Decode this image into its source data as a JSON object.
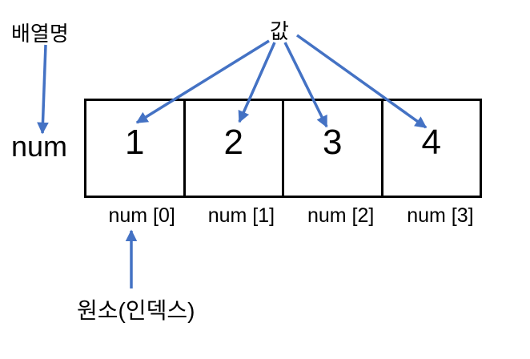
{
  "diagram": {
    "array_name_label": "배열명",
    "value_label": "값",
    "element_label": "원소(인덱스)",
    "variable_name": "num",
    "cells": [
      "1",
      "2",
      "3",
      "4"
    ],
    "index_labels": [
      "num [0]",
      "num [1]",
      "num [2]",
      "num [3]"
    ],
    "colors": {
      "arrow": "#4472C4",
      "border": "#000000",
      "text": "#000000",
      "background": "#FFFFFF"
    }
  }
}
